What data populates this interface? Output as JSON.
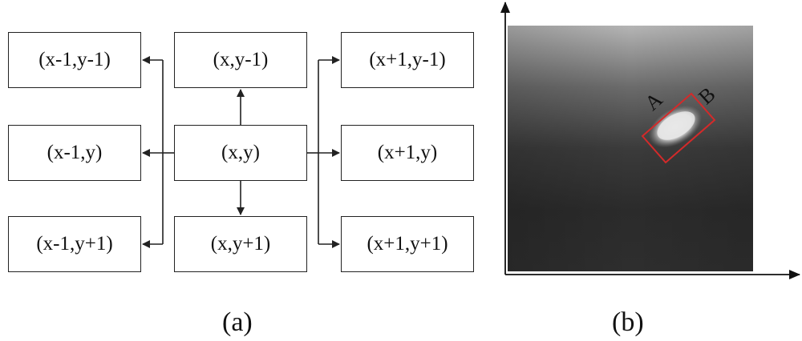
{
  "panel_a": {
    "caption": "(a)",
    "cells": {
      "top_left": "(x-1,y-1)",
      "top_center": "(x,y-1)",
      "top_right": "(x+1,y-1)",
      "mid_left": "(x-1,y)",
      "center": "(x,y)",
      "mid_right": "(x+1,y)",
      "bottom_left": "(x-1,y+1)",
      "bottom_center": "(x,y+1)",
      "bottom_right": "(x+1,y+1)"
    }
  },
  "panel_b": {
    "caption": "(b)",
    "label_a": "A",
    "label_b": "B",
    "highlight_color": "#d42a2a"
  }
}
